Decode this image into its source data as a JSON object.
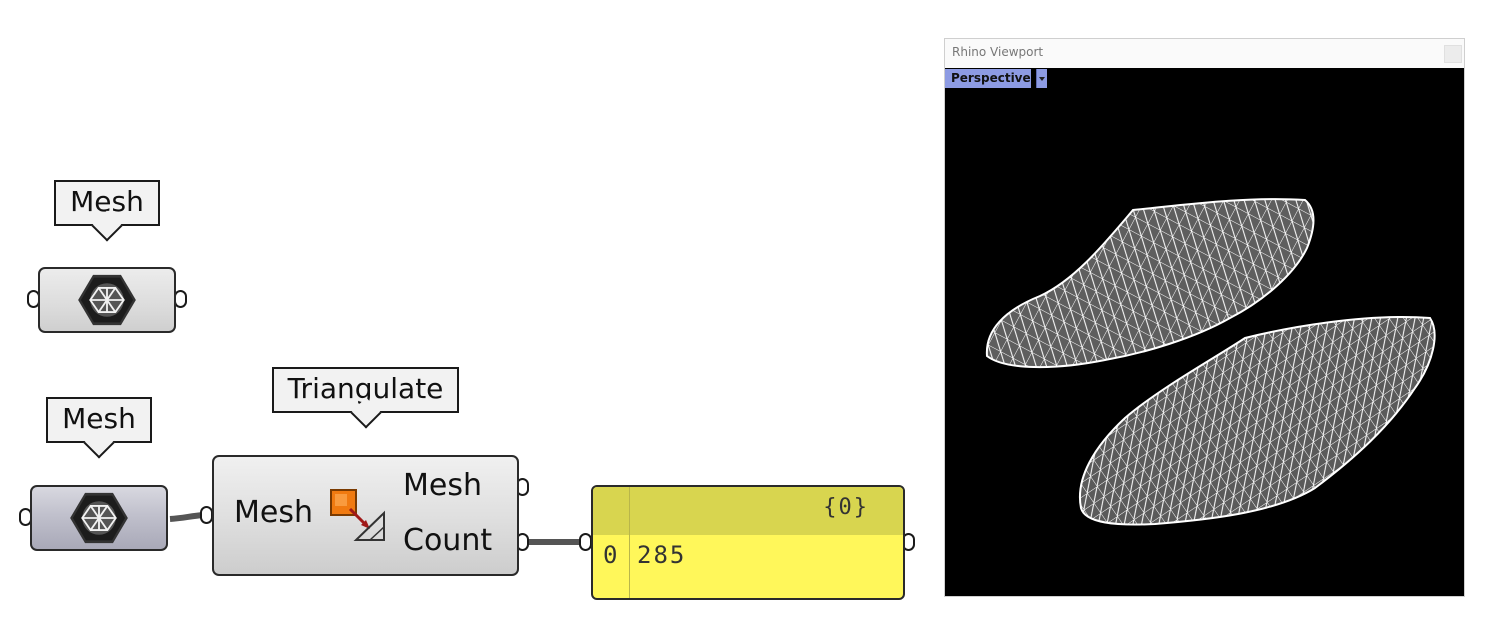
{
  "canvas": {
    "mesh_param_top": {
      "tooltip": "Mesh",
      "icon": "mesh-param-icon"
    },
    "mesh_param_bottom": {
      "tooltip": "Mesh",
      "icon": "mesh-param-icon"
    },
    "triangulate": {
      "tooltip": "Triangulate",
      "input_label": "Mesh",
      "outputs": [
        "Mesh",
        "Count"
      ],
      "icon": "triangulate-icon"
    },
    "panel": {
      "path": "{0}",
      "rows": [
        {
          "index": "0",
          "value": "285"
        }
      ]
    }
  },
  "viewport": {
    "window_title": "Rhino Viewport",
    "view_name": "Perspective",
    "scene": "two-wireframe-meshes"
  },
  "colors": {
    "panel_body": "#fff75a",
    "panel_header": "#d8d54f",
    "viewport_tab": "#8d9be3",
    "viewport_background": "#000000",
    "wire_color": "#ffffff",
    "mesh_fill": "#5e5e5e"
  }
}
